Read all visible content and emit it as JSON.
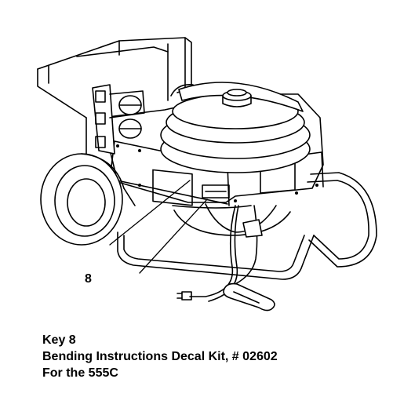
{
  "diagram": {
    "callout_label": "8"
  },
  "caption": {
    "key": "Key 8",
    "part": "Bending Instructions Decal Kit, # 02602",
    "model": "For the 555C"
  }
}
